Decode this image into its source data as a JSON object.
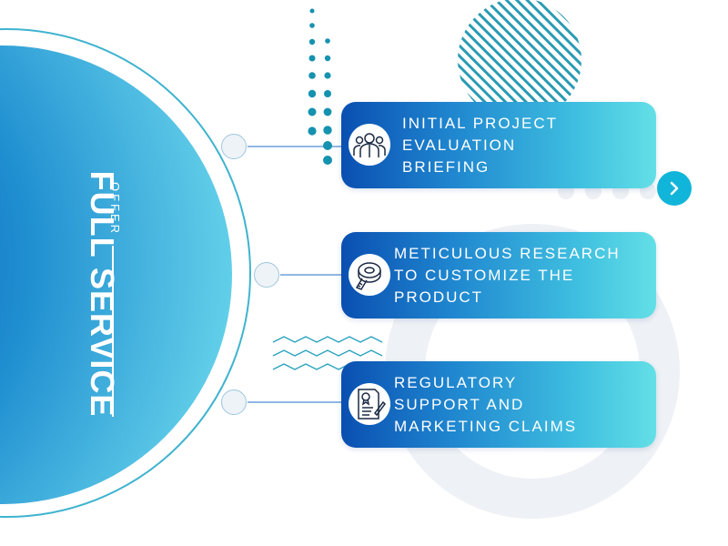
{
  "hero": {
    "offer_label": "OFFER",
    "title": "FULL SERVICE"
  },
  "cards": [
    {
      "icon": "team-people-icon",
      "lines": [
        "INITIAL PROJECT",
        "EVALUATION",
        "BRIEFING"
      ]
    },
    {
      "icon": "measuring-tape-icon",
      "lines": [
        "METICULOUS RESEARCH",
        "TO CUSTOMIZE THE",
        "PRODUCT"
      ]
    },
    {
      "icon": "document-certificate-icon",
      "lines": [
        "REGULATORY",
        "SUPPORT AND",
        "MARKETING CLAIMS"
      ]
    }
  ],
  "next_button": {
    "icon": "chevron-right-icon"
  },
  "colors": {
    "accent": "#12b5da",
    "card_start": "#0a4fb1",
    "card_end": "#63dfe6",
    "hero_center": "#0b3fa8",
    "hero_edge": "#5cc9e8"
  }
}
